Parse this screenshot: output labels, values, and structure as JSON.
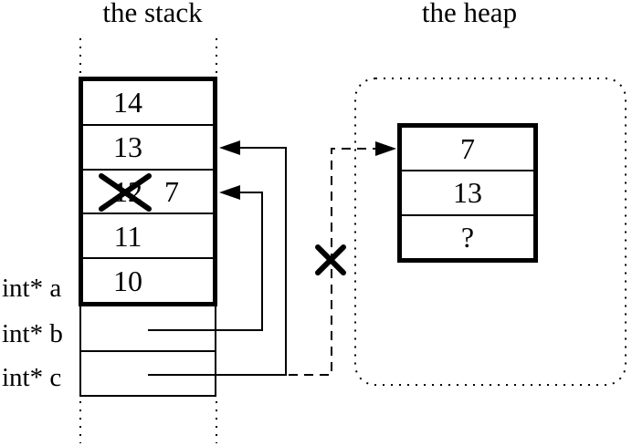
{
  "colors": {
    "ink": "#000000",
    "paper": "#ffffff"
  },
  "titles": {
    "stack": "the stack",
    "heap": "the heap"
  },
  "stack": {
    "slots": [
      {
        "value": "14"
      },
      {
        "value": "13"
      },
      {
        "old_value": "12",
        "new_value": "7",
        "crossed_out": true
      },
      {
        "value": "11"
      },
      {
        "value": "10"
      }
    ],
    "pointer_labels": [
      {
        "label": "int* a"
      },
      {
        "label": "int* b"
      },
      {
        "label": "int* c"
      }
    ]
  },
  "heap": {
    "block": {
      "cells": [
        {
          "value": "7"
        },
        {
          "value": "13"
        },
        {
          "value": "?"
        }
      ]
    }
  }
}
